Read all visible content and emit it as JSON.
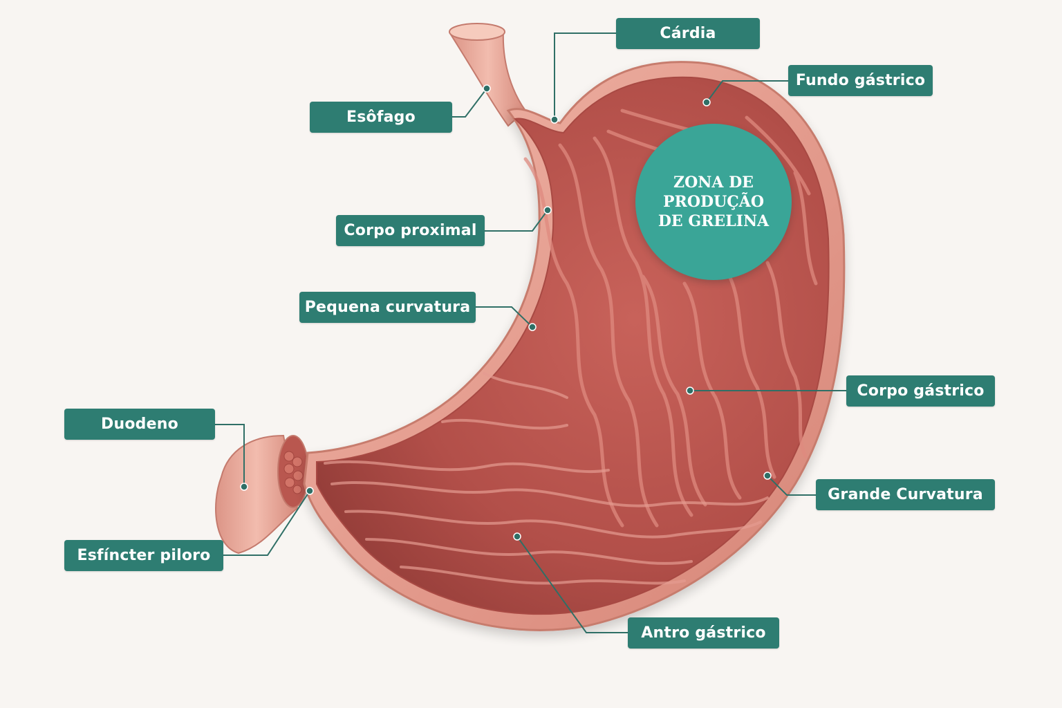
{
  "labels": {
    "cardia": "Cárdia",
    "fundo_gastrico": "Fundo gástrico",
    "esofago": "Esôfago",
    "corpo_proximal": "Corpo proximal",
    "pequena_curvatura": "Pequena curvatura",
    "corpo_gastrico": "Corpo gástrico",
    "duodeno": "Duodeno",
    "grande_curvatura": "Grande Curvatura",
    "esfincter_piloro": "Esfíncter piloro",
    "antro_gastrico": "Antro gástrico"
  },
  "highlight": {
    "text": "ZONA DE\nPRODUÇÃO\nDE GRELINA"
  },
  "colors": {
    "label_bg": "#2e7d72",
    "highlight_bg": "#3aa597",
    "tissue_outer": "#e8a497",
    "tissue_inner": "#b8514b",
    "background": "#f8f5f2"
  }
}
